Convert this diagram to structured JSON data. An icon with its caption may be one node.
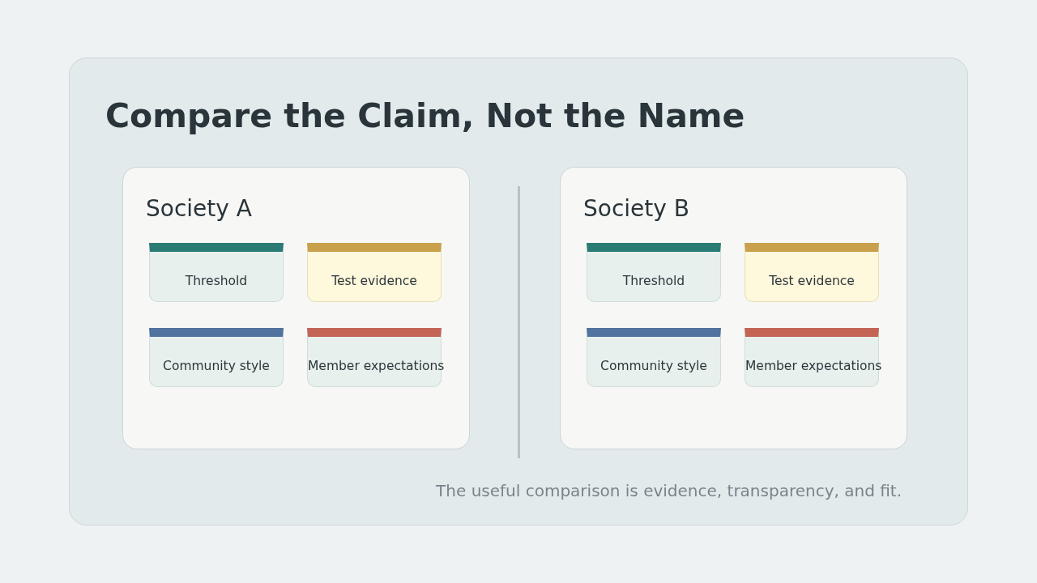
{
  "diagram": {
    "title": "Compare the Claim, Not the Name",
    "caption": "The useful comparison is evidence, transparency, and fit.",
    "nodes": [
      {
        "text": [
          "Society A"
        ]
      },
      {
        "text": [
          "Threshold"
        ],
        "in": 0
      },
      {
        "text": [
          "Test evidence"
        ],
        "in": 0
      },
      {
        "text": [
          "Community style"
        ],
        "in": 0
      },
      {
        "text": [
          "Member expectations"
        ],
        "in": 0
      },
      {
        "text": [
          "Society B"
        ]
      },
      {
        "text": [
          "Threshold"
        ],
        "in": 5
      },
      {
        "text": [
          "Test evidence"
        ],
        "in": 5
      },
      {
        "text": [
          "Community style"
        ],
        "in": 5
      },
      {
        "text": [
          "Member expectations"
        ],
        "in": 5
      }
    ]
  }
}
